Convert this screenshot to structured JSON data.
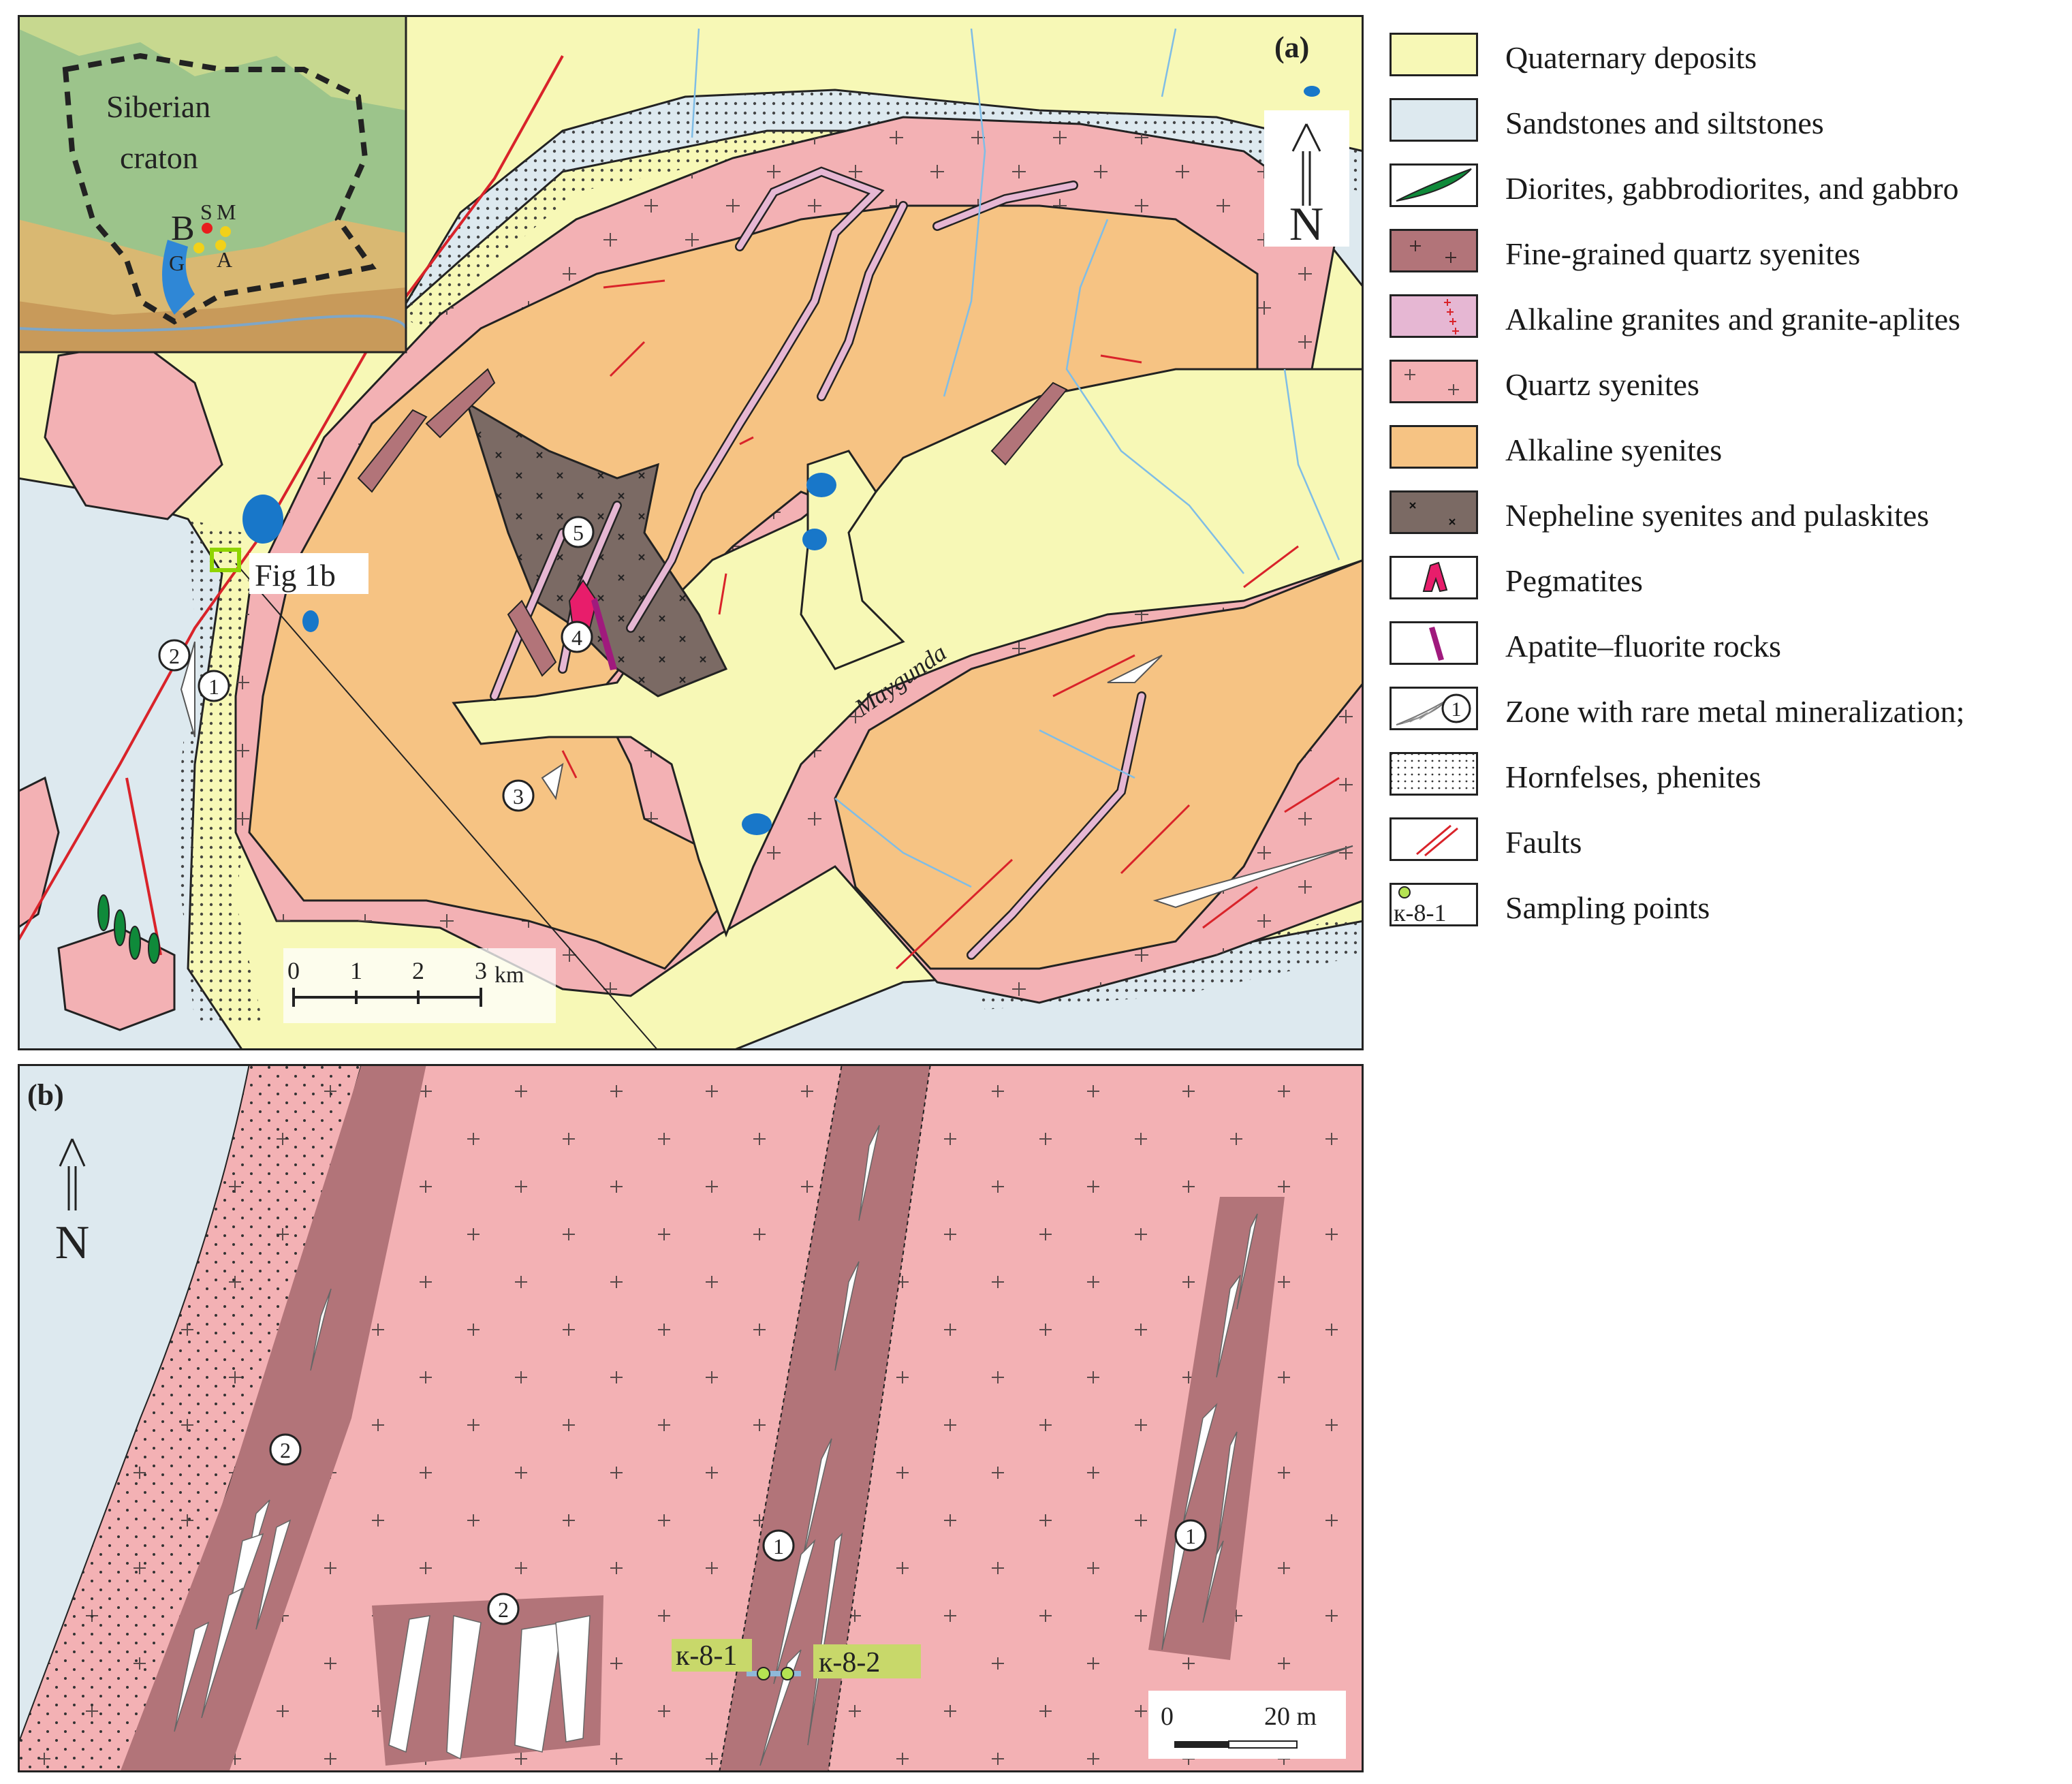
{
  "panel_a": {
    "label": "(a)",
    "north": "N",
    "river": "Maygunda",
    "fig_ref": "Fig 1b",
    "inset": {
      "label_line1": "Siberian",
      "label_line2": "craton",
      "code_b": "B",
      "code_s": "S",
      "code_m": "M",
      "code_g": "G",
      "code_a": "A"
    },
    "scale": {
      "t0": "0",
      "t1": "1",
      "t2": "2",
      "t3": "3",
      "unit": "km"
    },
    "zones": {
      "z1": "1",
      "z2": "2",
      "z3": "3",
      "z4": "4",
      "z5": "5"
    }
  },
  "panel_b": {
    "label": "(b)",
    "north": "N",
    "zones": {
      "z1a": "1",
      "z1b": "1",
      "z2a": "2",
      "z2b": "2"
    },
    "samples": {
      "s1": "к-8-1",
      "s2": "к-8-2"
    },
    "scale": {
      "t0": "0",
      "t1": "20 m"
    }
  },
  "legend": [
    {
      "label": "Quaternary deposits",
      "icon": "quaternary-swatch",
      "color": "#f7f8b6"
    },
    {
      "label": "Sandstones and siltstones",
      "icon": "sandstone-swatch",
      "color": "#dde9ef"
    },
    {
      "label": "Diorites, gabbrodiorites, and gabbro",
      "icon": "diorite-swatch",
      "color": "#0f8a3a"
    },
    {
      "label": " Fine-grained quartz syenites",
      "icon": "fine-grained-syenite-swatch",
      "color": "#b27479"
    },
    {
      "label": "Alkaline granites and granite-aplites",
      "icon": "alkaline-granite-swatch",
      "color": "#e6b7d3"
    },
    {
      "label": "Quartz syenites",
      "icon": "quartz-syenite-swatch",
      "color": "#f3b1b4"
    },
    {
      "label": "Alkaline syenites",
      "icon": "alkaline-syenite-swatch",
      "color": "#f6c383"
    },
    {
      "label": "Nepheline syenites and pulaskites",
      "icon": "nepheline-syenite-swatch",
      "color": "#7b6a64"
    },
    {
      "label": "Pegmatites",
      "icon": "pegmatite-swatch",
      "color": "#e81d6b"
    },
    {
      "label": "Apatite–fluorite rocks",
      "icon": "apatite-fluorite-swatch",
      "color": "#a01a7d"
    },
    {
      "label": "Zone with rare metal mineralization;",
      "icon": "mineralization-zone-swatch",
      "color": "#ffffff"
    },
    {
      "label": "Hornfelses, phenites",
      "icon": "hornfels-swatch",
      "color": "#ffffff"
    },
    {
      "label": "Faults",
      "icon": "fault-swatch",
      "color": "#d9232a"
    },
    {
      "label": "Sampling points",
      "icon": "sampling-point-swatch",
      "color": "#b5e352",
      "sample_code": "к-8-1"
    }
  ]
}
